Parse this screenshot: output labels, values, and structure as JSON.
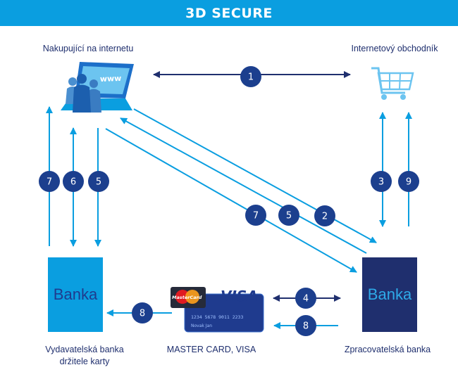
{
  "header": {
    "title": "3D SECURE"
  },
  "labels": {
    "shopper": "Nakupující na internetu",
    "merchant": "Internetový obchodník",
    "issuer_bank_line1": "Vydavatelská banka",
    "issuer_bank_line2": "držitele karty",
    "cards": "MASTER CARD, VISA",
    "acquirer_bank": "Zpracovatelská banka"
  },
  "banks": {
    "issuer": "Banka",
    "acquirer": "Banka"
  },
  "card_art": {
    "mastercard_logo": "MasterCard",
    "visa_logo": "VISA",
    "card_number": "1234 5678 9011 2233",
    "card_holder": "Novak Jan"
  },
  "steps": [
    "1",
    "2",
    "3",
    "4",
    "5",
    "5",
    "6",
    "7",
    "7",
    "8",
    "8",
    "9"
  ],
  "icons": [
    "computer-www-users-icon",
    "shopping-cart-icon",
    "mastercard-card-icon",
    "visa-card-icon"
  ],
  "colors": {
    "accent": "#0a9ee0",
    "dark_blue": "#1f2f6e",
    "badge": "#1c3f8e",
    "issuer_bank": "#0a9ee0",
    "acquirer_bank": "#1f2f6e"
  }
}
